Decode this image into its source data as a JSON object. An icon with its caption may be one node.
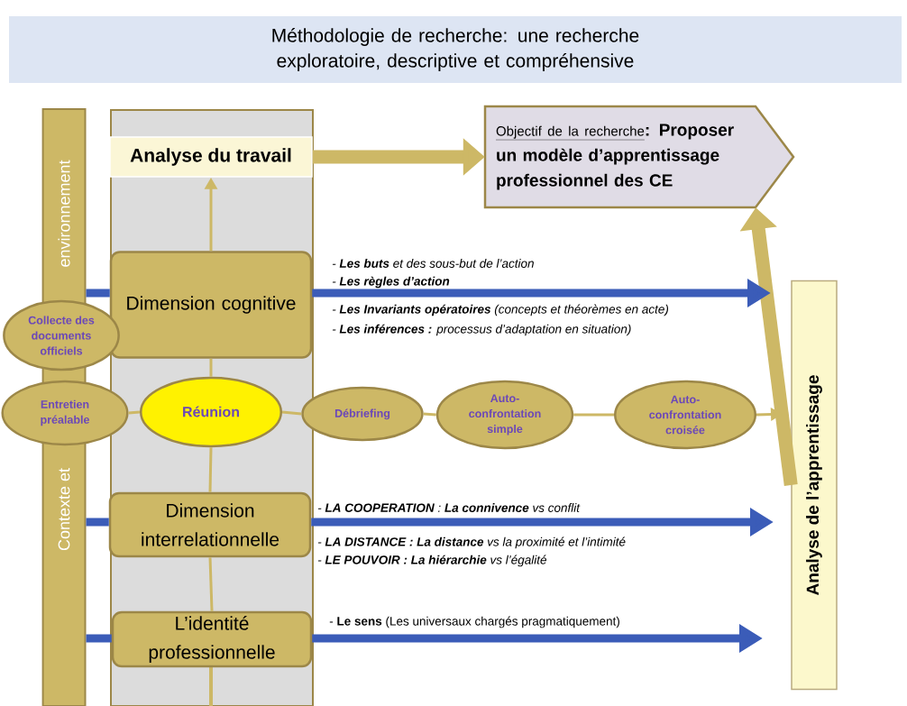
{
  "diagram": {
    "title": "Méthodologie de recherche: une recherche exploratoire, descriptive et compréhensive",
    "nodes": [
      {
        "text": [
          "Contexte et",
          "environnement"
        ]
      },
      {
        "text": [
          "Analyse du travail"
        ]
      },
      {
        "text": [
          "Objectif de la recherche",
          ": Proposer un modèle d’apprentissage professionnel  des CE"
        ]
      },
      {
        "text": [
          "Dimension cognitive"
        ]
      },
      {
        "text": [
          "Collecte des documents officiels"
        ]
      },
      {
        "text": [
          "Entretien préalable"
        ]
      },
      {
        "text": [
          "Réunion"
        ]
      },
      {
        "text": [
          "Débriefing"
        ]
      },
      {
        "text": [
          "Auto-confrontation simple"
        ]
      },
      {
        "text": [
          "Auto-confrontation croisée"
        ]
      },
      {
        "text": [
          "Dimension interrelationnelle"
        ]
      },
      {
        "text": [
          "L’identité professionnelle"
        ]
      },
      {
        "text": [
          "Analyse de l’apprentissage"
        ]
      }
    ],
    "edges": [
      {
        "from": 1,
        "to": 2,
        "arrow": "to",
        "style": "thick"
      },
      {
        "from": 12,
        "to": 2,
        "arrow": "to",
        "style": "thick"
      },
      {
        "from": 3,
        "to": 1,
        "arrow": "to"
      },
      {
        "from": 6,
        "to": 3,
        "arrow": "none"
      },
      {
        "from": 10,
        "to": 6,
        "arrow": "none"
      },
      {
        "from": 11,
        "to": 10,
        "arrow": "none"
      },
      {
        "from": 5,
        "to": 6,
        "arrow": "none"
      },
      {
        "from": 6,
        "to": 7,
        "arrow": "none"
      },
      {
        "from": 7,
        "to": 8,
        "arrow": "none"
      },
      {
        "from": 8,
        "to": 9,
        "arrow": "none"
      },
      {
        "from": 9,
        "to": null,
        "arrow": "to"
      },
      {
        "from": 0,
        "to": 3,
        "arrow": "none",
        "style": "thick",
        "color": "#3b5cb8"
      },
      {
        "from": 3,
        "to": null,
        "arrow": "to",
        "style": "thick",
        "color": "#3b5cb8"
      },
      {
        "from": 0,
        "to": 10,
        "arrow": "none",
        "style": "thick",
        "color": "#3b5cb8"
      },
      {
        "from": 10,
        "to": null,
        "arrow": "to",
        "style": "thick",
        "color": "#3b5cb8"
      },
      {
        "from": 0,
        "to": 11,
        "arrow": "none",
        "style": "thick",
        "color": "#3b5cb8"
      },
      {
        "from": 11,
        "to": null,
        "arrow": "to",
        "style": "thick",
        "color": "#3b5cb8"
      }
    ],
    "labels": [
      "- **Les buts** et des sous-but de l’action",
      "- **Les règles d’action**",
      "- **Les Invariants opératoires** (concepts et théorèmes en acte)",
      "- **Les inférences :** processus  d’adaptation en situation)",
      "-     **LA COOPERATION** : **La connivence** vs conflit",
      "-     **LA DISTANCE  : La distance** vs la proximité et l’intimité",
      "-     **LE POUVOIR : La hiérarchie** vs l’égalité",
      "- **Le sens**  (Les universaux chargés pragmatiquement)"
    ]
  }
}
